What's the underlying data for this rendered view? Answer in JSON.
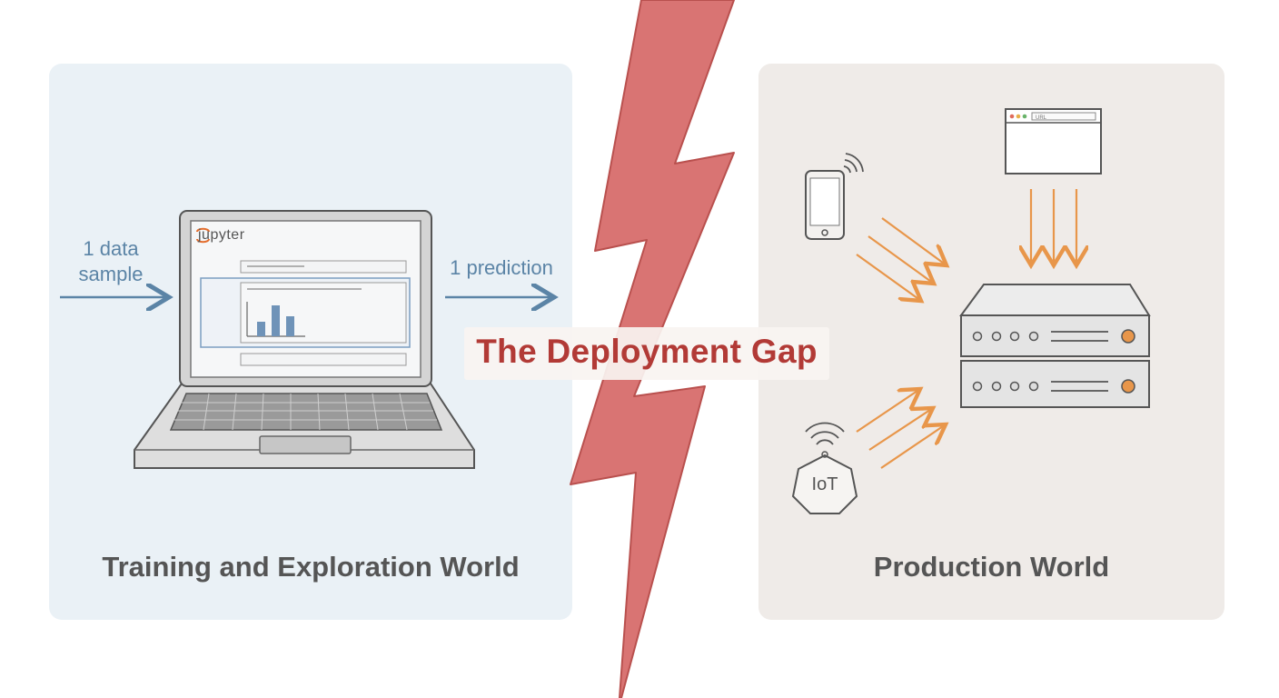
{
  "title": "The Deployment Gap",
  "left_panel": {
    "title": "Training and Exploration World",
    "input_label_line1": "1 data",
    "input_label_line2": "sample",
    "output_label": "1 prediction",
    "notebook_brand": "jupyter"
  },
  "right_panel": {
    "title": "Production World",
    "iot_label": "IoT",
    "browser_url": "URL"
  },
  "colors": {
    "left_panel_bg": "#eaf1f6",
    "right_panel_bg": "#efebe8",
    "lightning": "#d97473",
    "title_text": "#b23a36",
    "blue_arrows": "#5b84a6",
    "orange_arrows": "#e8964a"
  }
}
